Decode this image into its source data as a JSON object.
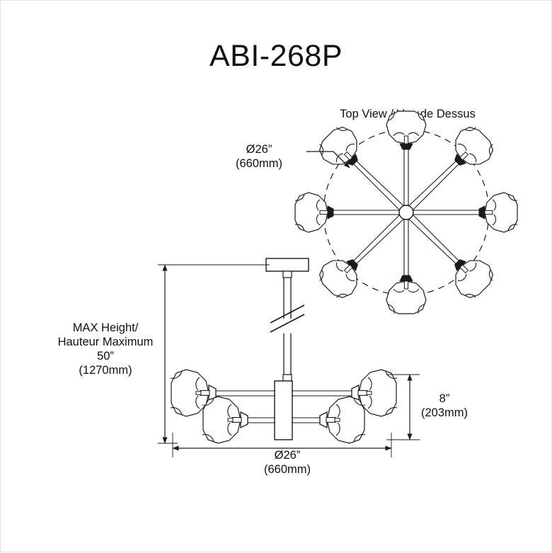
{
  "drawing": {
    "title": "ABI-268P",
    "background_color": "#ffffff",
    "line_color": "#1a1a1a"
  },
  "views": {
    "top": {
      "label": "Top View / Vue de Dessus",
      "shade_count": 8,
      "envelope": "dashed-circle"
    },
    "front": {
      "label": "",
      "shade_count": 8,
      "visible_shade_count": 4,
      "break_symbol": true
    }
  },
  "dimensions": {
    "top_diameter": {
      "imperial": "Ø26”",
      "metric": "(660mm)"
    },
    "max_height": {
      "line1": "MAX Height/",
      "line2": "Hauteur Maximum",
      "imperial": "50”",
      "metric": "(1270mm)"
    },
    "body_height": {
      "imperial": "8”",
      "metric": "(203mm)"
    },
    "bottom_diameter": {
      "imperial": "Ø26”",
      "metric": "(660mm)"
    }
  }
}
